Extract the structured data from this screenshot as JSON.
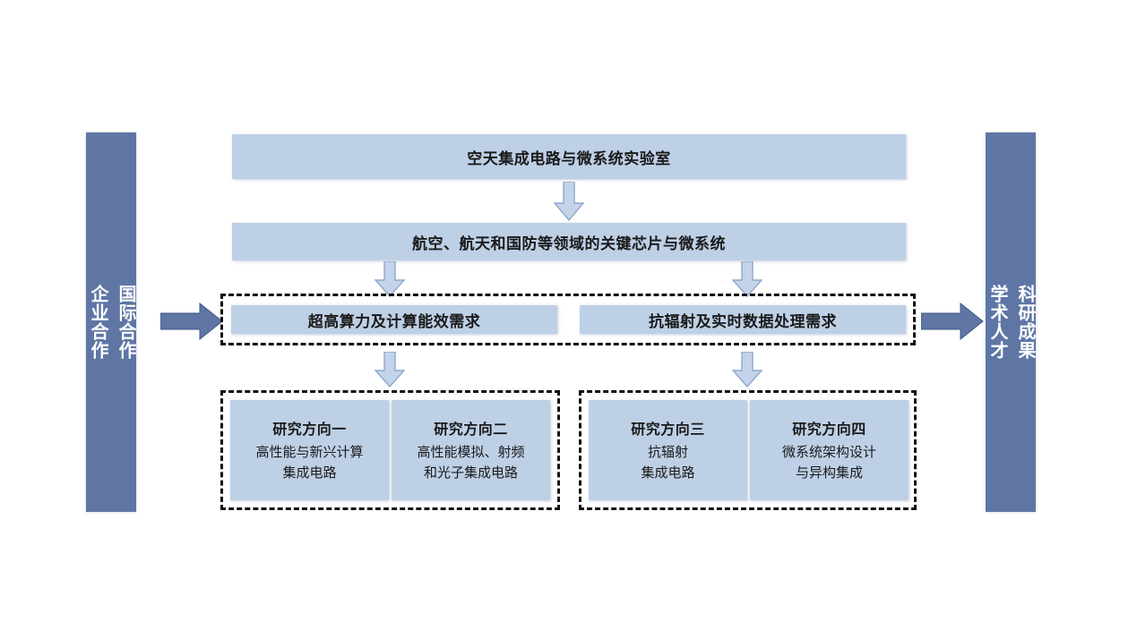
{
  "diagram": {
    "title_box": {
      "label": "空天集成电路与微系统实验室"
    },
    "target_box": {
      "label": "航空、航天和国防等领域的关键芯片与微系统"
    },
    "left_bar": {
      "line1": "企业合作",
      "line2": "国际合作"
    },
    "right_bar": {
      "line1": "学术人才",
      "line2": "科研成果"
    },
    "requirements": [
      {
        "label": "超高算力及计算能效需求"
      },
      {
        "label": "抗辐射及实时数据处理需求"
      }
    ],
    "directions": [
      {
        "title": "研究方向一",
        "line1": "高性能与新兴计算",
        "line2": "集成电路"
      },
      {
        "title": "研究方向二",
        "line1": "高性能模拟、射频",
        "line2": "和光子集成电路"
      },
      {
        "title": "研究方向三",
        "line1": "抗辐射",
        "line2": "集成电路"
      },
      {
        "title": "研究方向四",
        "line1": "微系统架构设计",
        "line2": "与异构集成"
      }
    ],
    "icons": {
      "down_arrow": "arrow-down-icon",
      "right_arrow": "arrow-right-icon"
    },
    "colors": {
      "box_fill": "#bed0e6",
      "bar_fill": "#5f76a5",
      "arrow_fill": "#c3d4ea",
      "arrow_stroke": "#8fa8c8",
      "dashed_border": "#111111",
      "background": "#ffffff"
    }
  }
}
